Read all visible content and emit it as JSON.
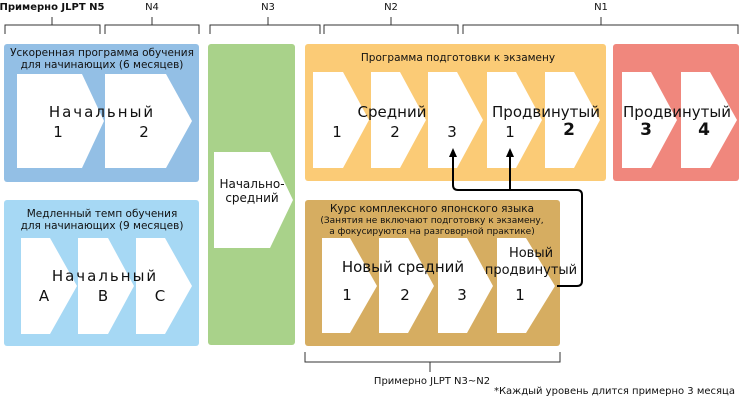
{
  "levels": {
    "n5": "Примерно JLPT N5",
    "n4": "N4",
    "n3": "N3",
    "n2": "N2",
    "n1": "N1"
  },
  "colors": {
    "fast": "#93bfe5",
    "slow": "#a6d8f4",
    "intermediate": "#a9d28a",
    "exam": "#fbcb76",
    "advanced": "#f0877d",
    "comprehensive": "#d6ad61"
  },
  "fast_course": {
    "title_line1": "Ускоренная программа обучения",
    "title_line2": "для начинающих (6 месяцев)",
    "label": "Начальный",
    "steps": [
      "1",
      "2"
    ]
  },
  "slow_course": {
    "title_line1": "Медленный темп обучения",
    "title_line2": "для начинающих (9 месяцев)",
    "label": "Начальный",
    "steps": [
      "A",
      "B",
      "C"
    ]
  },
  "pre_intermediate": {
    "line1": "Начально-",
    "line2": "средний"
  },
  "exam_course": {
    "title": "Программа подготовки к экзамену",
    "intermediate_label": "Средний",
    "intermediate_steps": [
      "1",
      "2",
      "3"
    ],
    "advanced_label": "Продвинутый",
    "advanced_steps": [
      "1",
      "2"
    ]
  },
  "advanced_course": {
    "label": "Продвинутый",
    "steps": [
      "3",
      "4"
    ]
  },
  "comprehensive_course": {
    "title_line1": "Курс комплексного японского языка",
    "title_line2": "(Занятия не включают подготовку к экзамену,",
    "title_line3": "а  фокусируются на разговорной практике)",
    "intermediate_label": "Новый средний",
    "steps": [
      "1",
      "2",
      "3"
    ],
    "advanced_line1": "Новый",
    "advanced_line2": "продвинутый",
    "advanced_step": "1"
  },
  "bottom_range": "Примерно JLPT N3~N2",
  "footnote": "*Каждый уровень длится примерно 3 месяца"
}
